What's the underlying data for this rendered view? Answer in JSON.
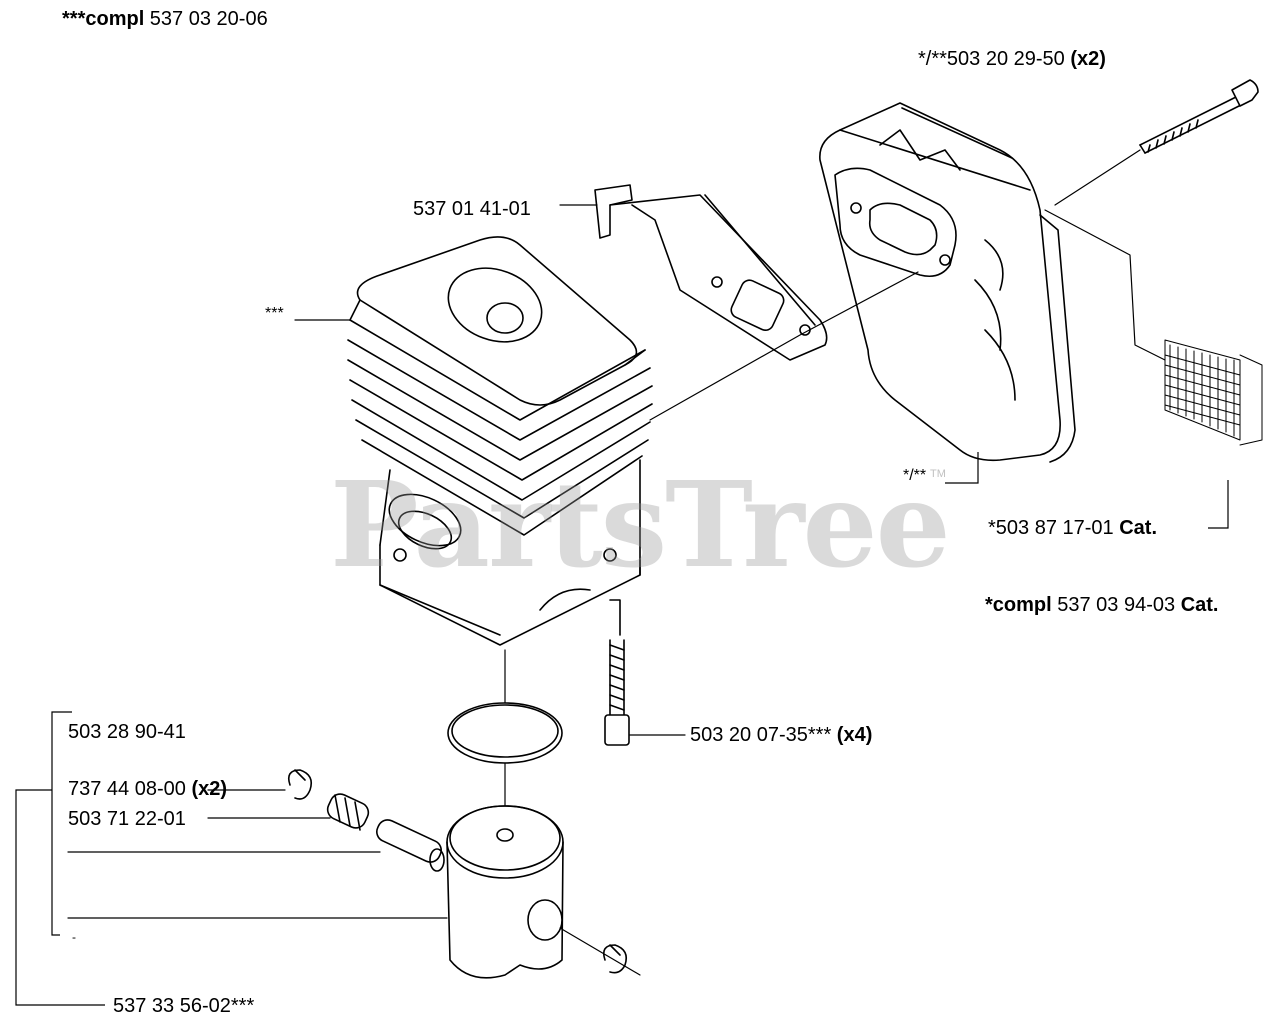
{
  "title": {
    "bold": "***compl",
    "normal": " 537 03 20-06"
  },
  "labels": {
    "bolt_top": {
      "normal": "*/**503 20 29-50 ",
      "bold": "(x2)"
    },
    "bracket": "537 01 41-01",
    "cylinder": "***",
    "muffler": "*/**",
    "screen": {
      "normal": "*503 87 17-01 ",
      "bold": "Cat."
    },
    "muffler_kit": {
      "bold_a": "*compl",
      "normal": " 537 03 94-03 ",
      "bold_b": "Cat."
    },
    "cyl_bolt": {
      "normal": "503 20 07-35*** ",
      "bold": "(x4)"
    },
    "ring": "503 28 90-41",
    "circlip": {
      "normal": "737 44 08-00 ",
      "bold": "(x2)"
    },
    "bearing": "503 71 22-01",
    "piston_kit": "537 33 56-02***",
    "small_mark": "-"
  },
  "watermark": {
    "text": "PartsTree",
    "tm": "TM",
    "color": "#969696"
  },
  "colors": {
    "line": "#000000",
    "background": "#ffffff"
  }
}
